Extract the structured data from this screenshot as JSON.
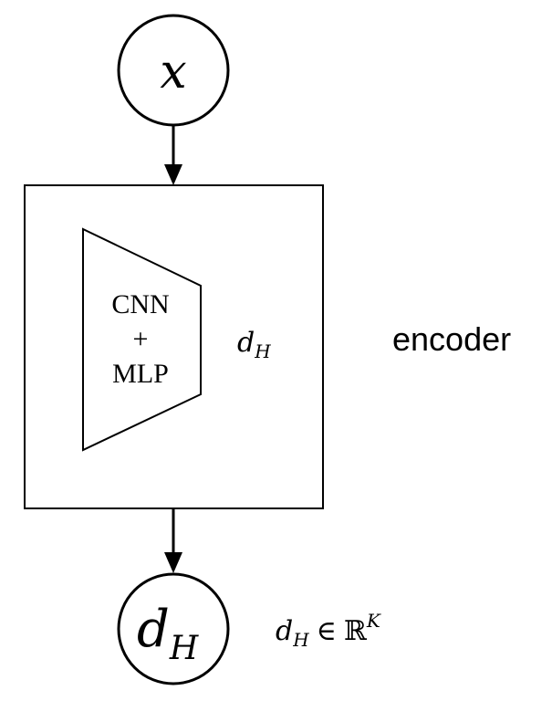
{
  "diagram": {
    "input_node": {
      "label": "x"
    },
    "encoder_block": {
      "network_lines": [
        "CNN",
        "+",
        "MLP"
      ],
      "output_dim_label": {
        "base": "d",
        "sub": "H"
      },
      "side_label": "encoder"
    },
    "output_node": {
      "base": "d",
      "sub": "H"
    },
    "output_annotation": {
      "base": "d",
      "sub": "H",
      "relation": "∈",
      "space": "ℝ",
      "sup": "K"
    },
    "edges": [
      {
        "from": "input_node",
        "to": "encoder_block"
      },
      {
        "from": "encoder_block",
        "to": "output_node"
      }
    ]
  }
}
